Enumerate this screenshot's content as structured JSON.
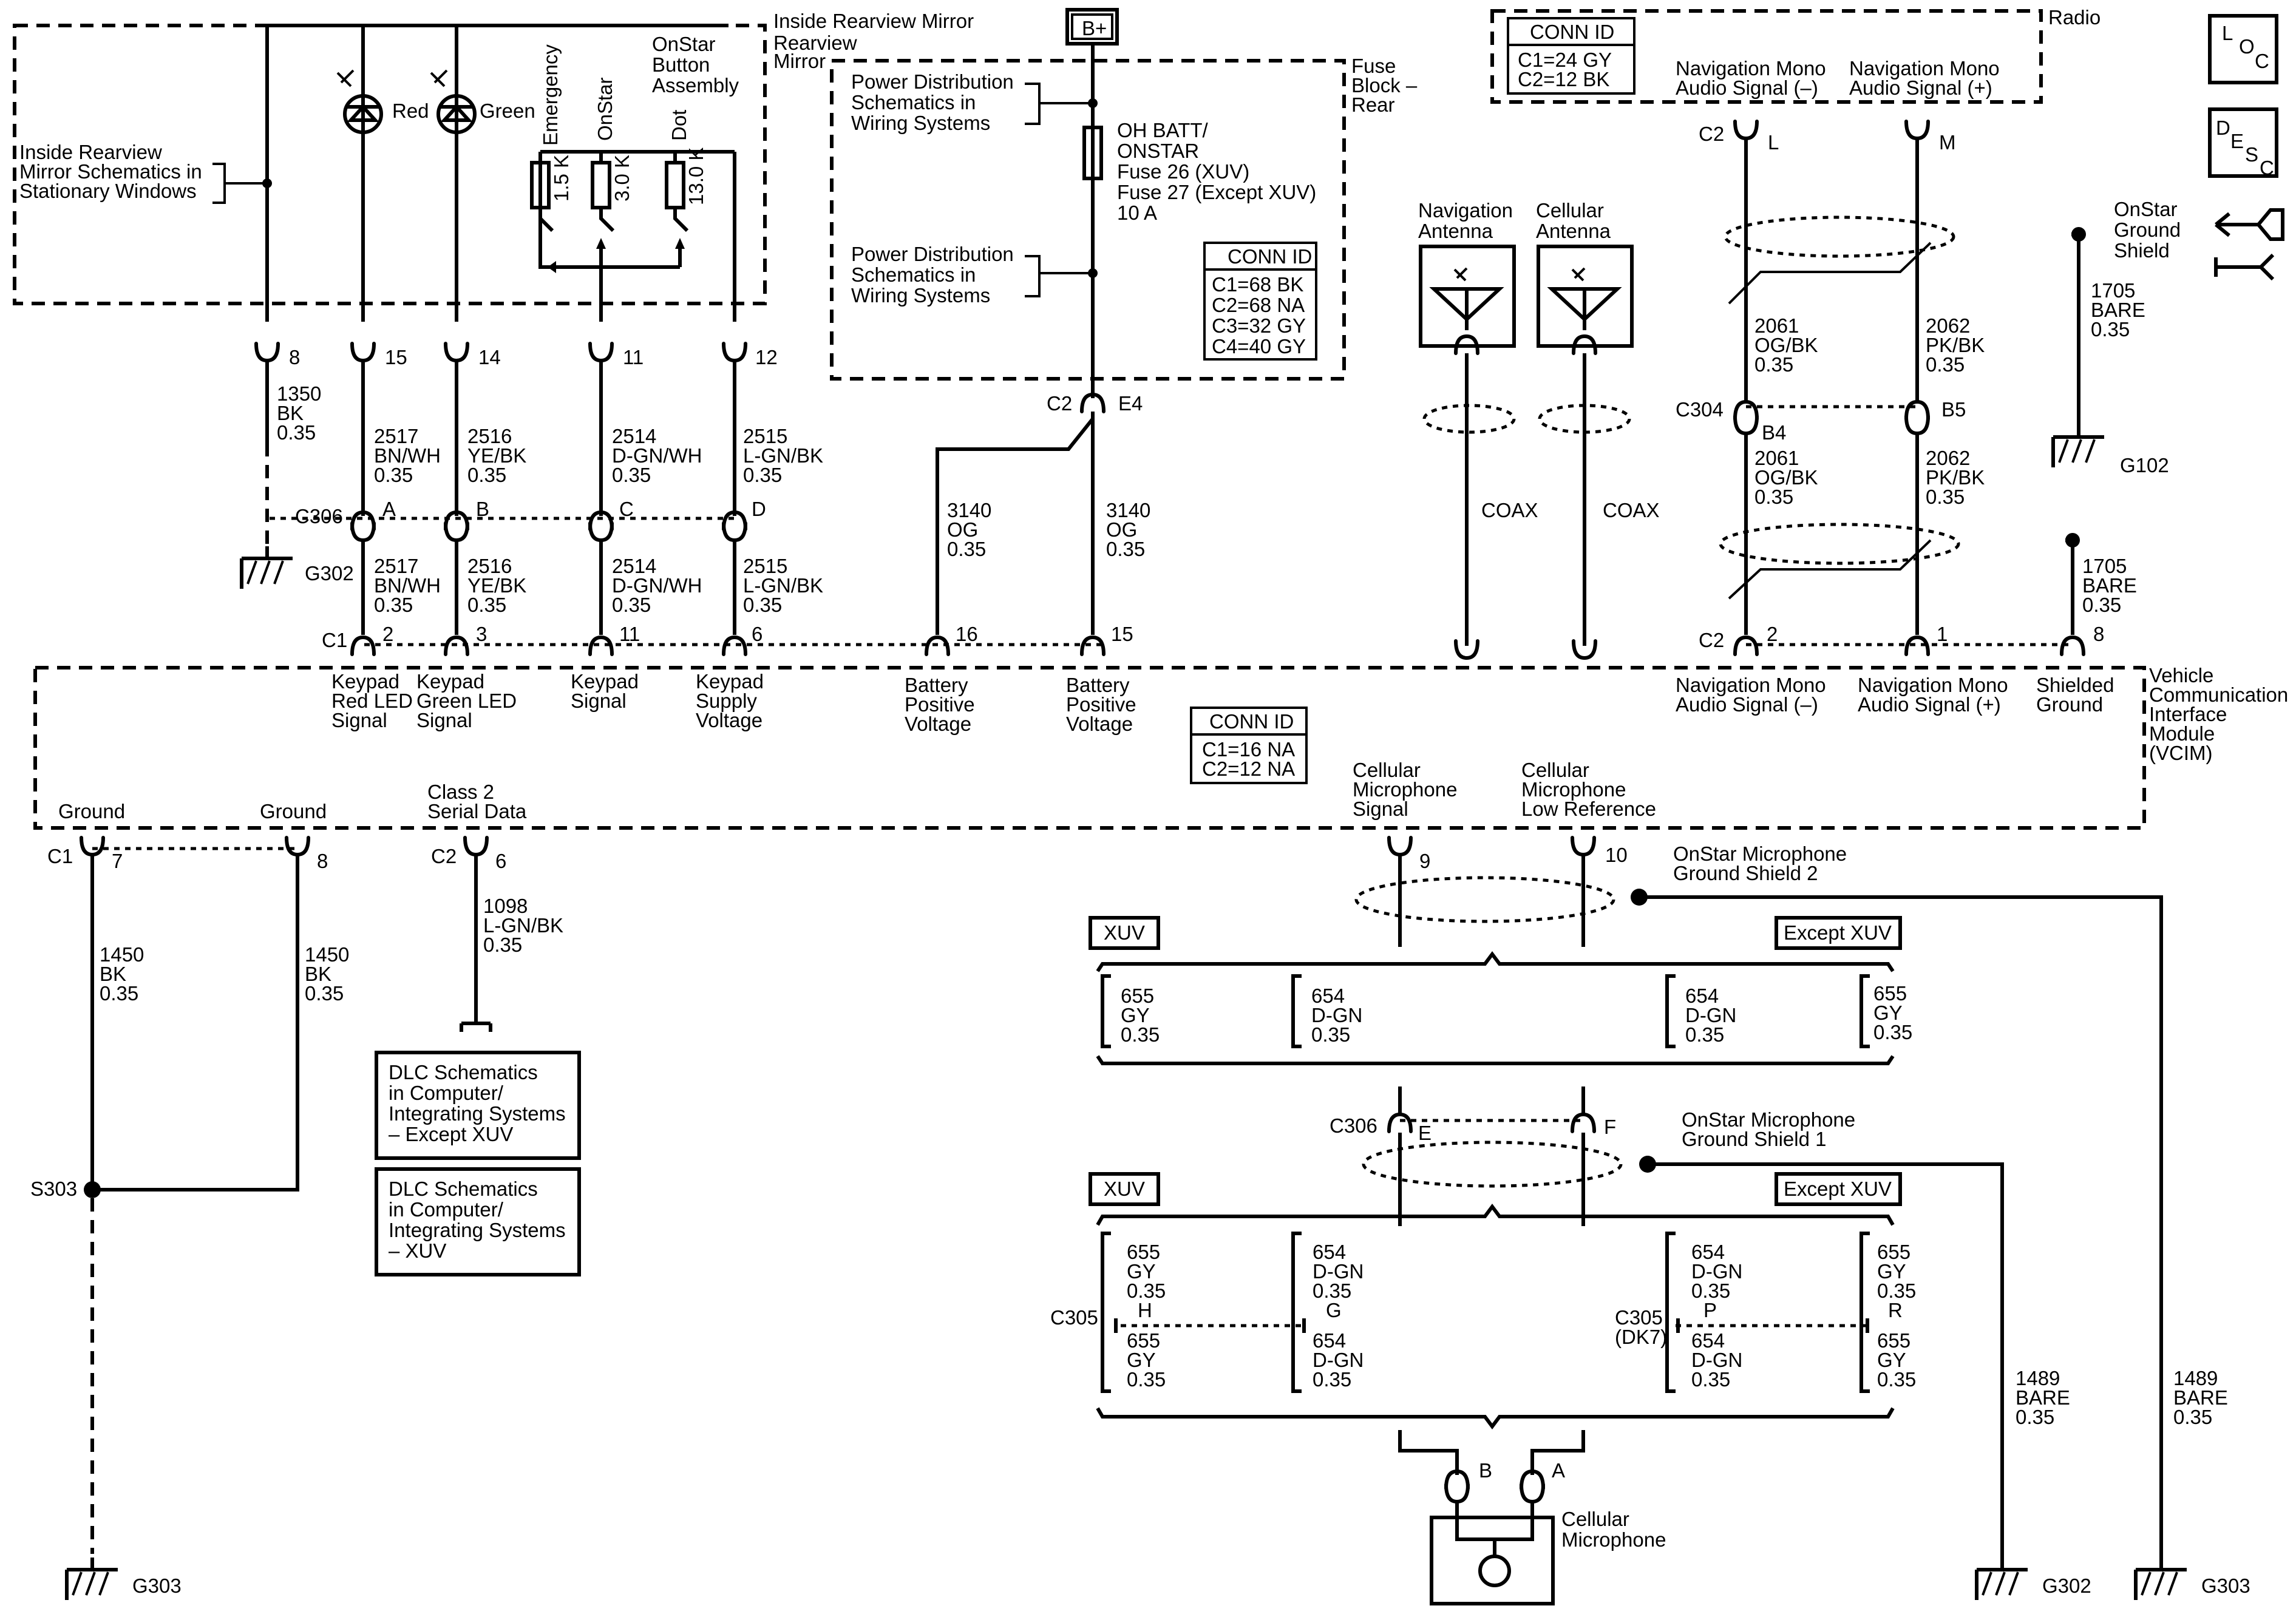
{
  "mirror": {
    "title": "Inside Rearview Mirror",
    "schem": [
      "Inside Rearview",
      "Mirror Schematics in",
      "Stationary Windows"
    ],
    "red": "Red",
    "green": "Green",
    "assembly": [
      "OnStar",
      "Button",
      "Assembly"
    ],
    "buttons": [
      "Emergency",
      "OnStar",
      "Dot"
    ],
    "resistors": [
      "1.5 K",
      "3.0 K",
      "13.0 K"
    ]
  },
  "pins_top": [
    "8",
    "15",
    "14",
    "11",
    "12"
  ],
  "wires_top": [
    [
      "1350",
      "BK",
      "0.35"
    ],
    [
      "2517",
      "BN/WH",
      "0.35"
    ],
    [
      "2516",
      "YE/BK",
      "0.35"
    ],
    [
      "2514",
      "D-GN/WH",
      "0.35"
    ],
    [
      "2515",
      "L-GN/BK",
      "0.35"
    ]
  ],
  "wires_mid": [
    [
      "2517",
      "BN/WH",
      "0.35"
    ],
    [
      "2516",
      "YE/BK",
      "0.35"
    ],
    [
      "2514",
      "D-GN/WH",
      "0.35"
    ],
    [
      "2515",
      "L-GN/BK",
      "0.35"
    ]
  ],
  "c306": {
    "id": "C306",
    "pins": [
      "A",
      "B",
      "C",
      "D"
    ],
    "pins2": [
      "E",
      "F"
    ]
  },
  "c1": {
    "id": "C1",
    "pins": [
      "2",
      "3",
      "11",
      "6"
    ]
  },
  "grounds": {
    "g302": "G302",
    "g303": "G303",
    "g102": "G102"
  },
  "fuse": {
    "b_plus": "B+",
    "pd": [
      "Power Distribution",
      "Schematics in",
      "Wiring Systems"
    ],
    "fuse_text": [
      "OH BATT/",
      "ONSTAR",
      "Fuse 26 (XUV)",
      "Fuse 27 (Except XUV)",
      "10 A"
    ],
    "title": [
      "Fuse",
      "Block –",
      "Rear"
    ],
    "conn_id": "CONN ID",
    "conns": [
      "C1=68 BK",
      "C2=68 NA",
      "C3=32 GY",
      "C4=40 GY"
    ],
    "c2": "C2",
    "e4": "E4",
    "wires": [
      [
        "3140",
        "OG",
        "0.35"
      ],
      [
        "3140",
        "OG",
        "0.35"
      ]
    ]
  },
  "vcim": {
    "pins_top": [
      "16",
      "15"
    ],
    "labels": [
      [
        "Keypad",
        "Red LED",
        "Signal"
      ],
      [
        "Keypad",
        "Green LED",
        "Signal"
      ],
      [
        "Keypad",
        "Signal"
      ],
      [
        "Keypad",
        "Supply",
        "Voltage"
      ],
      [
        "Battery",
        "Positive",
        "Voltage"
      ],
      [
        "Battery",
        "Positive",
        "Voltage"
      ],
      [
        "Navigation Mono",
        "Audio Signal (–)"
      ],
      [
        "Navigation Mono",
        "Audio Signal (+)"
      ],
      [
        "Shielded",
        "Ground"
      ]
    ],
    "title": [
      "Vehicle",
      "Communication",
      "Interface",
      "Module",
      "(VCIM)"
    ],
    "conn_id": "CONN ID",
    "conns": [
      "C1=16 NA",
      "C2=12 NA"
    ],
    "bottom": [
      [
        "Ground"
      ],
      [
        "Ground"
      ],
      [
        "Class 2",
        "Serial Data"
      ],
      [
        "Cellular",
        "Microphone",
        "Signal"
      ],
      [
        "Cellular",
        "Microphone",
        "Low Reference"
      ]
    ],
    "c2_pins": [
      "2",
      "1",
      "8"
    ]
  },
  "antenna": {
    "nav": [
      "Navigation",
      "Antenna"
    ],
    "cell": [
      "Cellular",
      "Antenna"
    ],
    "coax": "COAX"
  },
  "radio": {
    "title": "Radio",
    "conn_id": "CONN ID",
    "conns": [
      "C1=24 GY",
      "C2=12 BK"
    ],
    "sig": [
      [
        "Navigation Mono",
        "Audio Signal (–)"
      ],
      [
        "Navigation Mono",
        "Audio Signal (+)"
      ]
    ],
    "c2": "C2",
    "L": "L",
    "M": "M",
    "shield": [
      "OnStar",
      "Ground",
      "Shield"
    ],
    "w1705": [
      "1705",
      "BARE",
      "0.35"
    ],
    "w2061": [
      "2061",
      "OG/BK",
      "0.35"
    ],
    "w2062": [
      "2062",
      "PK/BK",
      "0.35"
    ],
    "c304": "C304",
    "b4": "B4",
    "b5": "B5"
  },
  "lower": {
    "c1": "C1",
    "c2": "C2",
    "p7": "7",
    "p8": "8",
    "p6": "6",
    "p9": "9",
    "p10": "10",
    "w1450": [
      "1450",
      "BK",
      "0.35"
    ],
    "w1098": [
      "1098",
      "L-GN/BK",
      "0.35"
    ],
    "dlc1": [
      "DLC Schematics",
      "in Computer/",
      "Integrating Systems",
      "– Except XUV"
    ],
    "dlc2": [
      "DLC Schematics",
      "in Computer/",
      "Integrating Systems",
      "– XUV"
    ],
    "s303": "S303",
    "shield2": [
      "OnStar Microphone",
      "Ground Shield 2"
    ],
    "shield1": [
      "OnStar Microphone",
      "Ground Shield 1"
    ],
    "xuv": "XUV",
    "except_xuv": "Except XUV",
    "w655": [
      "655",
      "GY",
      "0.35"
    ],
    "w654": [
      "654",
      "D-GN",
      "0.35"
    ],
    "c305": "C305",
    "c305dk7": [
      "C305",
      "(DK7)"
    ],
    "pins305": [
      "H",
      "G",
      "P",
      "R"
    ],
    "mic": [
      "Cellular",
      "Microphone"
    ],
    "micpins": [
      "B",
      "A"
    ],
    "w1489": [
      "1489",
      "BARE",
      "0.35"
    ]
  },
  "icons": {
    "loc": [
      "L",
      "O",
      "C"
    ],
    "desc": [
      "D",
      "E",
      "S",
      "C"
    ]
  }
}
